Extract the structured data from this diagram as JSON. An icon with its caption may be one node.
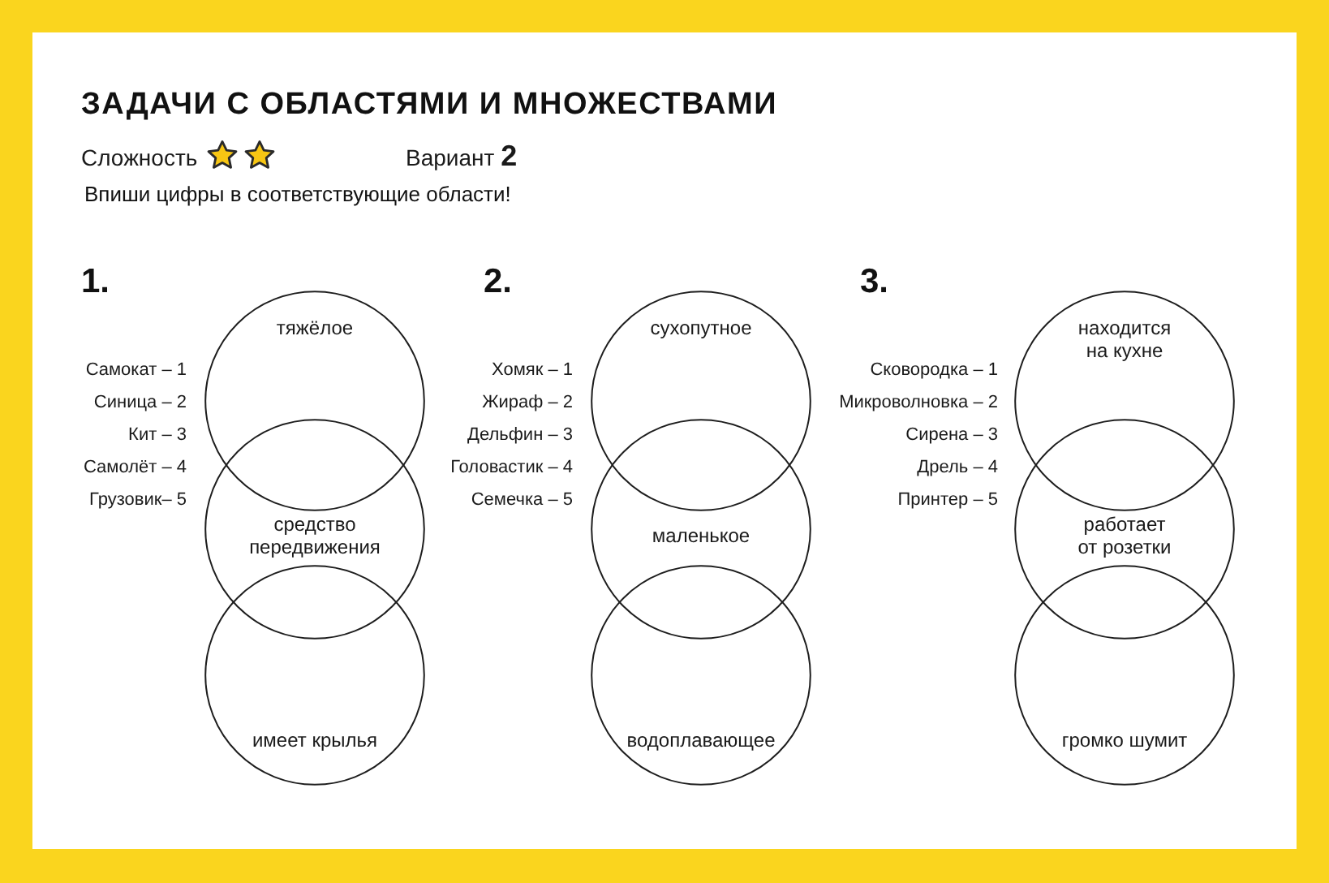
{
  "diagram": {
    "title": "ЗАДАЧИ С ОБЛАСТЯМИ И МНОЖЕСТВАМИ",
    "nodes": [
      {
        "text": [
          "тяжёлое"
        ]
      },
      {
        "text": [
          "средство передвижения"
        ]
      },
      {
        "text": [
          "имеет крылья"
        ]
      },
      {
        "text": [
          "сухопутное"
        ]
      },
      {
        "text": [
          "маленькое"
        ]
      },
      {
        "text": [
          "водоплавающее"
        ]
      },
      {
        "text": [
          "находится на кухне"
        ]
      },
      {
        "text": [
          "работает от розетки"
        ]
      },
      {
        "text": [
          "громко шумит"
        ]
      }
    ],
    "labels": [
      "Сложность",
      "Вариант **2**",
      "Впиши цифры в соответствующие области!",
      "1.",
      "Самокат – 1",
      "Синица – 2",
      "Кит – 3",
      "Самолёт – 4",
      "Грузовик– 5",
      "2.",
      "Хомяк – 1",
      "Жираф – 2",
      "Дельфин – 3",
      "Головастик – 4",
      "Семечка – 5",
      "3.",
      "Сковородка – 1",
      "Микроволновка – 2",
      "Сирена – 3",
      "Дрель – 4",
      "Принтер – 5"
    ]
  }
}
